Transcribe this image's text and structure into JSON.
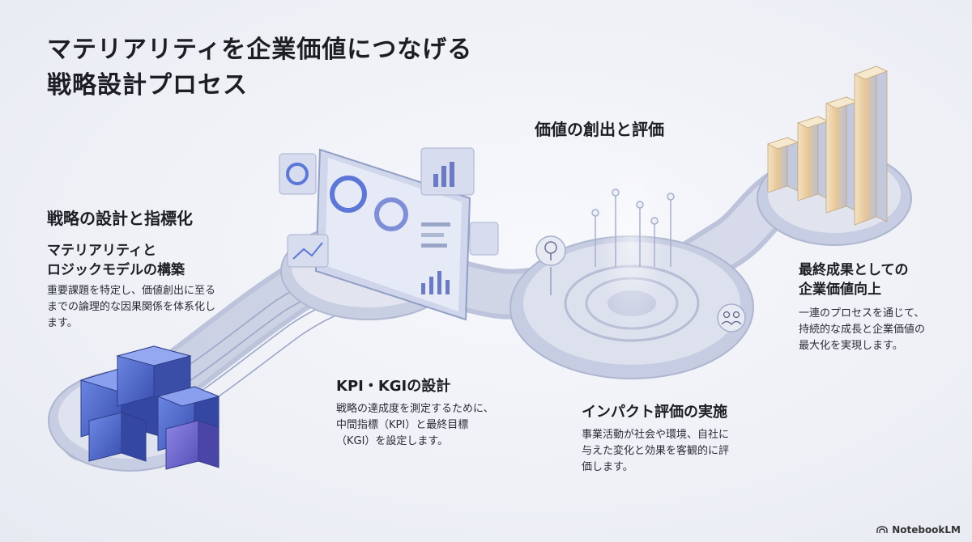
{
  "title_lines": [
    "マテリアリティを企業価値につなげる",
    "戦略設計プロセス"
  ],
  "top_label": "価値の創出と評価",
  "sections": {
    "strategy": {
      "heading": "戦略の設計と指標化",
      "subheading_lines": [
        "マテリアリティと",
        "ロジックモデルの構築"
      ],
      "body_lines": [
        "重要課題を特定し、価値創出に至る",
        "までの論理的な因果関係を体系化し",
        "ます。"
      ]
    },
    "kpi": {
      "heading": "KPI・KGIの設計",
      "body_lines": [
        "戦略の達成度を測定するために、",
        "中間指標（KPI）と最終目標",
        "（KGI）を設定します。"
      ]
    },
    "impact": {
      "heading": "インパクト評価の実施",
      "body_lines": [
        "事業活動が社会や環境、自社に",
        "与えた変化と効果を客観的に評",
        "価します。"
      ]
    },
    "result": {
      "heading_lines": [
        "最終成果としての",
        "企業価値向上"
      ],
      "body_lines": [
        "一連のプロセスを通じて、",
        "持続的な成長と企業価値の",
        "最大化を実現します。"
      ]
    }
  },
  "brand": "NotebookLM",
  "icons": {
    "cube_cluster": "cube-cluster-icon",
    "dashboard": "dashboard-icon",
    "tree": "tree-icon",
    "people": "people-icon",
    "bar_chart": "bar-chart-icon"
  },
  "colors": {
    "path": "#cfd4e6",
    "path_edge": "#b9c0d8",
    "circuit": "#9aa6c8",
    "cube_blue": "#4a67c9",
    "cube_violet": "#7b6fd3",
    "bar_gold": "#e8c99a"
  }
}
